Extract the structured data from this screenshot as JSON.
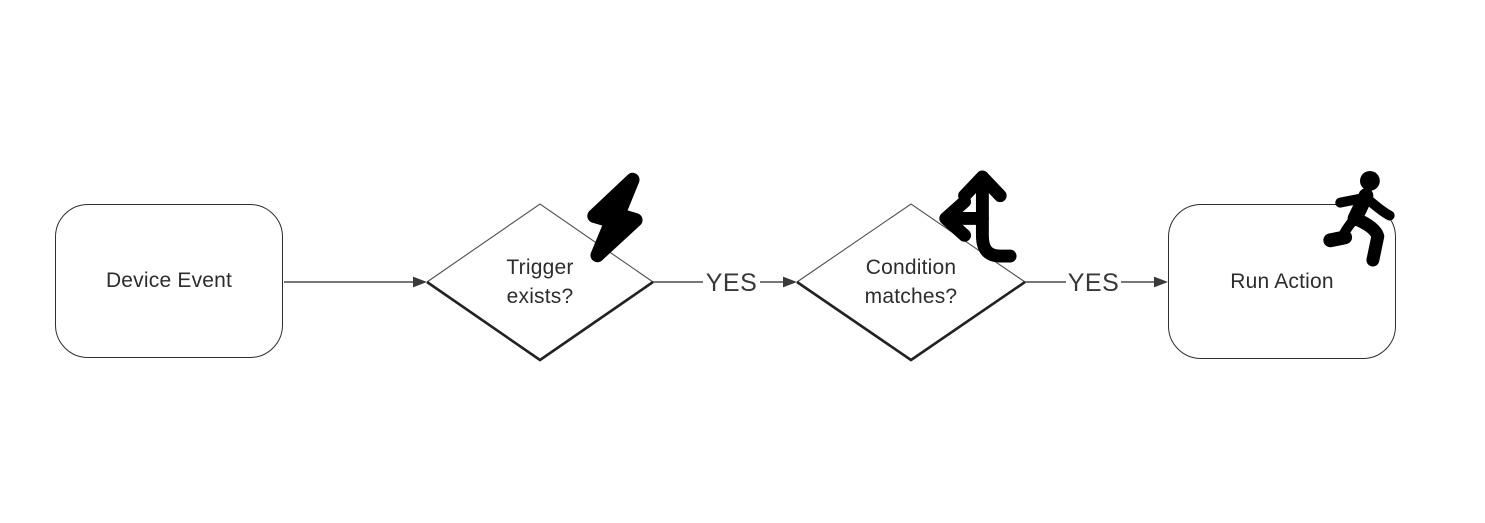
{
  "diagram": {
    "type": "flowchart",
    "direction": "left-to-right",
    "colors": {
      "background": "#ffffff",
      "shape_fill": "#ffffff",
      "shape_stroke": "#2e2e2e",
      "text": "#2d2d2d",
      "edge_label_text": "#383838",
      "connector": "#4a4a4a",
      "icon": "#000000"
    },
    "nodes": [
      {
        "id": "device-event",
        "shape": "rounded-rectangle",
        "label": "Device Event",
        "icon": null
      },
      {
        "id": "trigger-exists",
        "shape": "diamond",
        "label": "Trigger exists?",
        "line1": "Trigger",
        "line2": "exists?",
        "icon": "lightning-bolt-icon"
      },
      {
        "id": "condition-matches",
        "shape": "diamond",
        "label": "Condition matches?",
        "line1": "Condition",
        "line2": "matches?",
        "icon": "split-arrows-icon"
      },
      {
        "id": "run-action",
        "shape": "rounded-rectangle",
        "label": "Run Action",
        "icon": "person-running-icon"
      }
    ],
    "edges": [
      {
        "from": "device-event",
        "to": "trigger-exists",
        "label": ""
      },
      {
        "from": "trigger-exists",
        "to": "condition-matches",
        "label": "YES"
      },
      {
        "from": "condition-matches",
        "to": "run-action",
        "label": "YES"
      }
    ]
  }
}
